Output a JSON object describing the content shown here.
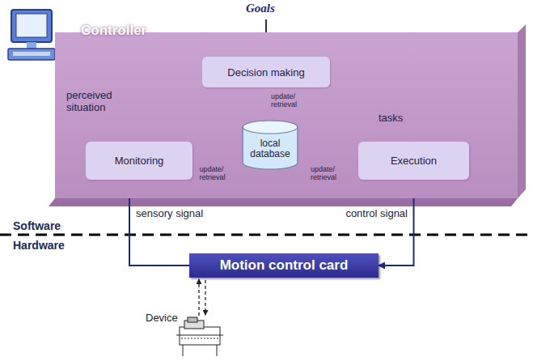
{
  "diagram": {
    "nodes": [
      {
        "text": [
          "Controller"
        ]
      },
      {
        "text": [
          "Decision making"
        ],
        "in": 0
      },
      {
        "text": [
          "Monitoring"
        ],
        "in": 0
      },
      {
        "text": [
          "local database"
        ],
        "in": 0
      },
      {
        "text": [
          "Execution"
        ],
        "in": 0
      },
      {
        "text": [
          "Motion control card"
        ]
      }
    ],
    "edges": [
      {
        "from": 2,
        "to": 1,
        "label": "perceived situation",
        "arrow": "to"
      },
      {
        "from": 1,
        "to": 4,
        "label": "tasks",
        "arrow": "to"
      },
      {
        "from": 1,
        "to": 3,
        "label": "update/ retrieval",
        "arrow": "both"
      },
      {
        "from": 2,
        "to": 3,
        "label": "update/ retrieval",
        "arrow": "both"
      },
      {
        "from": 3,
        "to": 4,
        "label": "update/ retrieval",
        "arrow": "both"
      },
      {
        "from": 4,
        "to": 5,
        "label": "control signal",
        "arrow": "to"
      },
      {
        "from": 5,
        "to": 2,
        "label": "sensory signal",
        "arrow": "to"
      }
    ],
    "labels": [
      "Goals",
      "Software",
      "Hardware",
      "Device"
    ]
  }
}
